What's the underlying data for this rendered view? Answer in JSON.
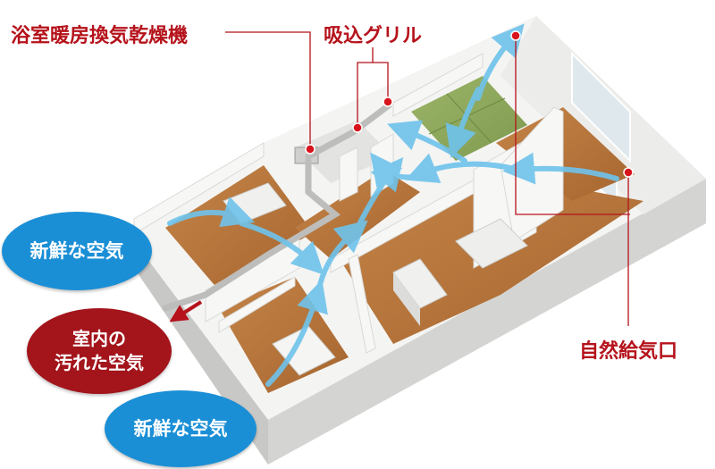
{
  "labels": {
    "dryer": "浴室暖房換気乾燥機",
    "grille": "吸込グリル",
    "inlet": "自然給気口"
  },
  "bubbles": {
    "fresh_top": "新鮮な空気",
    "dirty_line1": "室内の",
    "dirty_line2": "汚れた空気",
    "fresh_bottom": "新鮮な空気"
  },
  "colors": {
    "label_red": "#b5121b",
    "fresh_blue": "#1a8fd6",
    "dirty_red": "#a3141b",
    "airflow": "#6fc3ec",
    "floor_wood": "#b7743b",
    "wall": "#f2f2f0",
    "tatami": "#8aa45a"
  }
}
